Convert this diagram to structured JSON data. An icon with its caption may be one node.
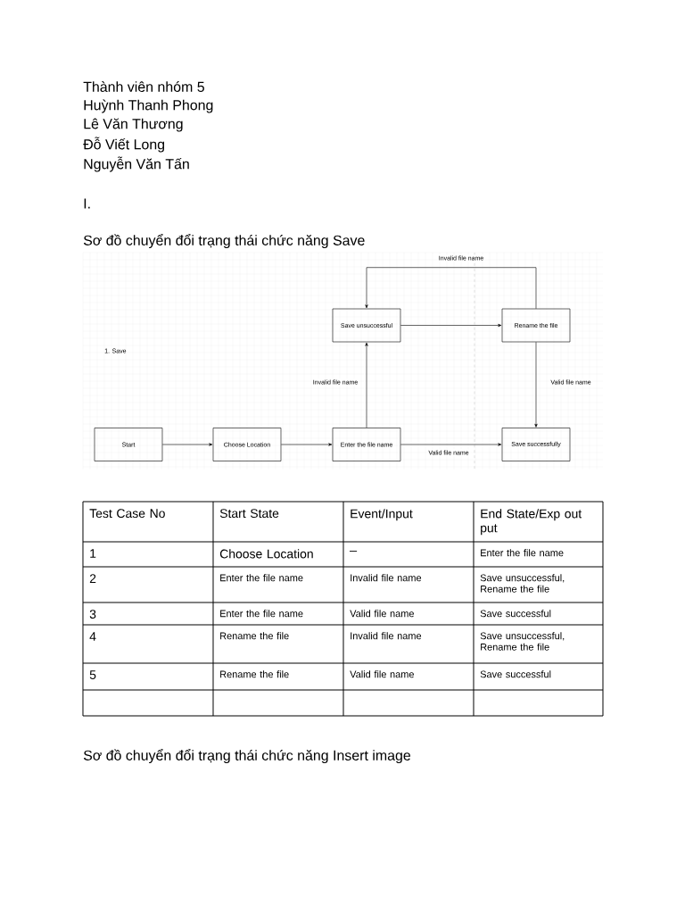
{
  "diagram": {
    "nodes": [
      {
        "text": [
          "Save unsuccessful"
        ]
      },
      {
        "text": [
          "Rename the file"
        ]
      },
      {
        "text": [
          "Start"
        ]
      },
      {
        "text": [
          "Choose Location"
        ]
      },
      {
        "text": [
          "Enter the file name"
        ]
      },
      {
        "text": [
          "Save successfully"
        ]
      }
    ],
    "edges": [
      {
        "from": 1,
        "to": 0,
        "arrow": "to",
        "label": "Invalid file name"
      },
      {
        "from": 0,
        "to": 1,
        "arrow": "to"
      },
      {
        "from": 1,
        "to": 5,
        "arrow": "to",
        "label": "Valid file name"
      },
      {
        "from": 4,
        "to": 0,
        "arrow": "to",
        "label": "Invalid file name"
      },
      {
        "from": 2,
        "to": 3,
        "arrow": "to"
      },
      {
        "from": 3,
        "to": 4,
        "arrow": "to"
      },
      {
        "from": 4,
        "to": 5,
        "arrow": "to",
        "label": "Valid file name"
      }
    ],
    "labels": [
      "Thành viên nhóm 5",
      "Huỳnh Thanh Phong",
      "Lê Văn Thương",
      "Đỗ Viết Long",
      "Nguyễn Văn Tấn",
      "I.",
      "Sơ đồ chuyển đổi trạng thái chức năng Save",
      "1. Save",
      "Test Case No",
      "Start State",
      "Event/Input",
      "End State/Exp out put",
      "1",
      "Choose Location",
      "_",
      "Enter the file name",
      "2",
      "Enter the file name",
      "Invalid file name",
      "Save unsuccessful, Rename the file",
      "3",
      "Enter the file name",
      "Valid file name",
      "Save successful",
      "4",
      "Rename the file",
      "Invalid file name",
      "Save unsuccessful, Rename the file",
      "5",
      "Rename the file",
      "Valid file name",
      "Save successful",
      "Sơ đồ chuyển đổi trạng thái chức năng Insert image"
    ]
  }
}
